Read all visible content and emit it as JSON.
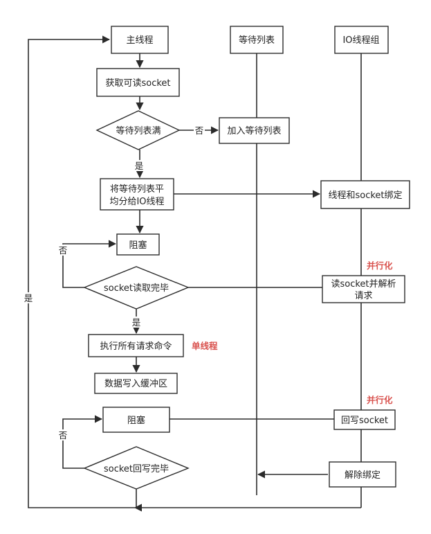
{
  "columns": {
    "main": "主线程",
    "wait_list": "等待列表",
    "io_group": "IO线程组"
  },
  "nodes": {
    "get_readable_socket": "获取可读socket",
    "wait_list_full": "等待列表满",
    "add_to_wait_list": "加入等待列表",
    "distribute_line1": "将等待列表平",
    "distribute_line2": "均分给IO线程",
    "bind_thread_socket": "线程和socket绑定",
    "block_read": "阻塞",
    "socket_read_done": "socket读取完毕",
    "read_parse_line1": "读socket并解析",
    "read_parse_line2": "请求",
    "exec_commands": "执行所有请求命令",
    "write_buffer": "数据写入缓冲区",
    "block_write": "阻塞",
    "write_back_socket": "回写socket",
    "socket_write_done": "socket回写完毕",
    "unbind": "解除绑定"
  },
  "edge_labels": {
    "full_no": "否",
    "full_yes": "是",
    "read_no": "否",
    "read_yes": "是",
    "write_no": "否",
    "loop_yes": "是"
  },
  "annotations": {
    "parallel_read": "并行化",
    "single_thread": "单线程",
    "parallel_write": "并行化"
  },
  "colors": {
    "annotation": "#d9534f",
    "stroke": "#2b2b2b"
  }
}
